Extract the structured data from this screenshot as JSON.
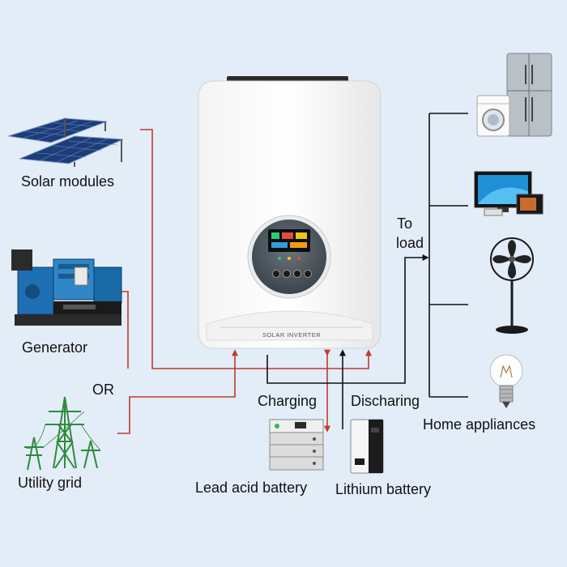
{
  "sources": {
    "solar": "Solar modules",
    "generator": "Generator",
    "or": "OR",
    "grid": "Utility grid"
  },
  "inverter": {
    "brand_text": "SOLAR INVERTER"
  },
  "flows": {
    "to_load_line1": "To",
    "to_load_line2": "load",
    "charging": "Charging",
    "discharging": "Discharing"
  },
  "batteries": {
    "lead_acid": "Lead acid battery",
    "lithium": "Lithium battery"
  },
  "loads": {
    "label": "Home appliances",
    "items": [
      "washing-machine",
      "refrigerator",
      "television",
      "microwave",
      "stand-fan",
      "light-bulb"
    ]
  },
  "colors": {
    "background": "#e3edf8",
    "input_line": "#c0392b",
    "output_line": "#111111",
    "inverter_body": "#ffffff"
  }
}
